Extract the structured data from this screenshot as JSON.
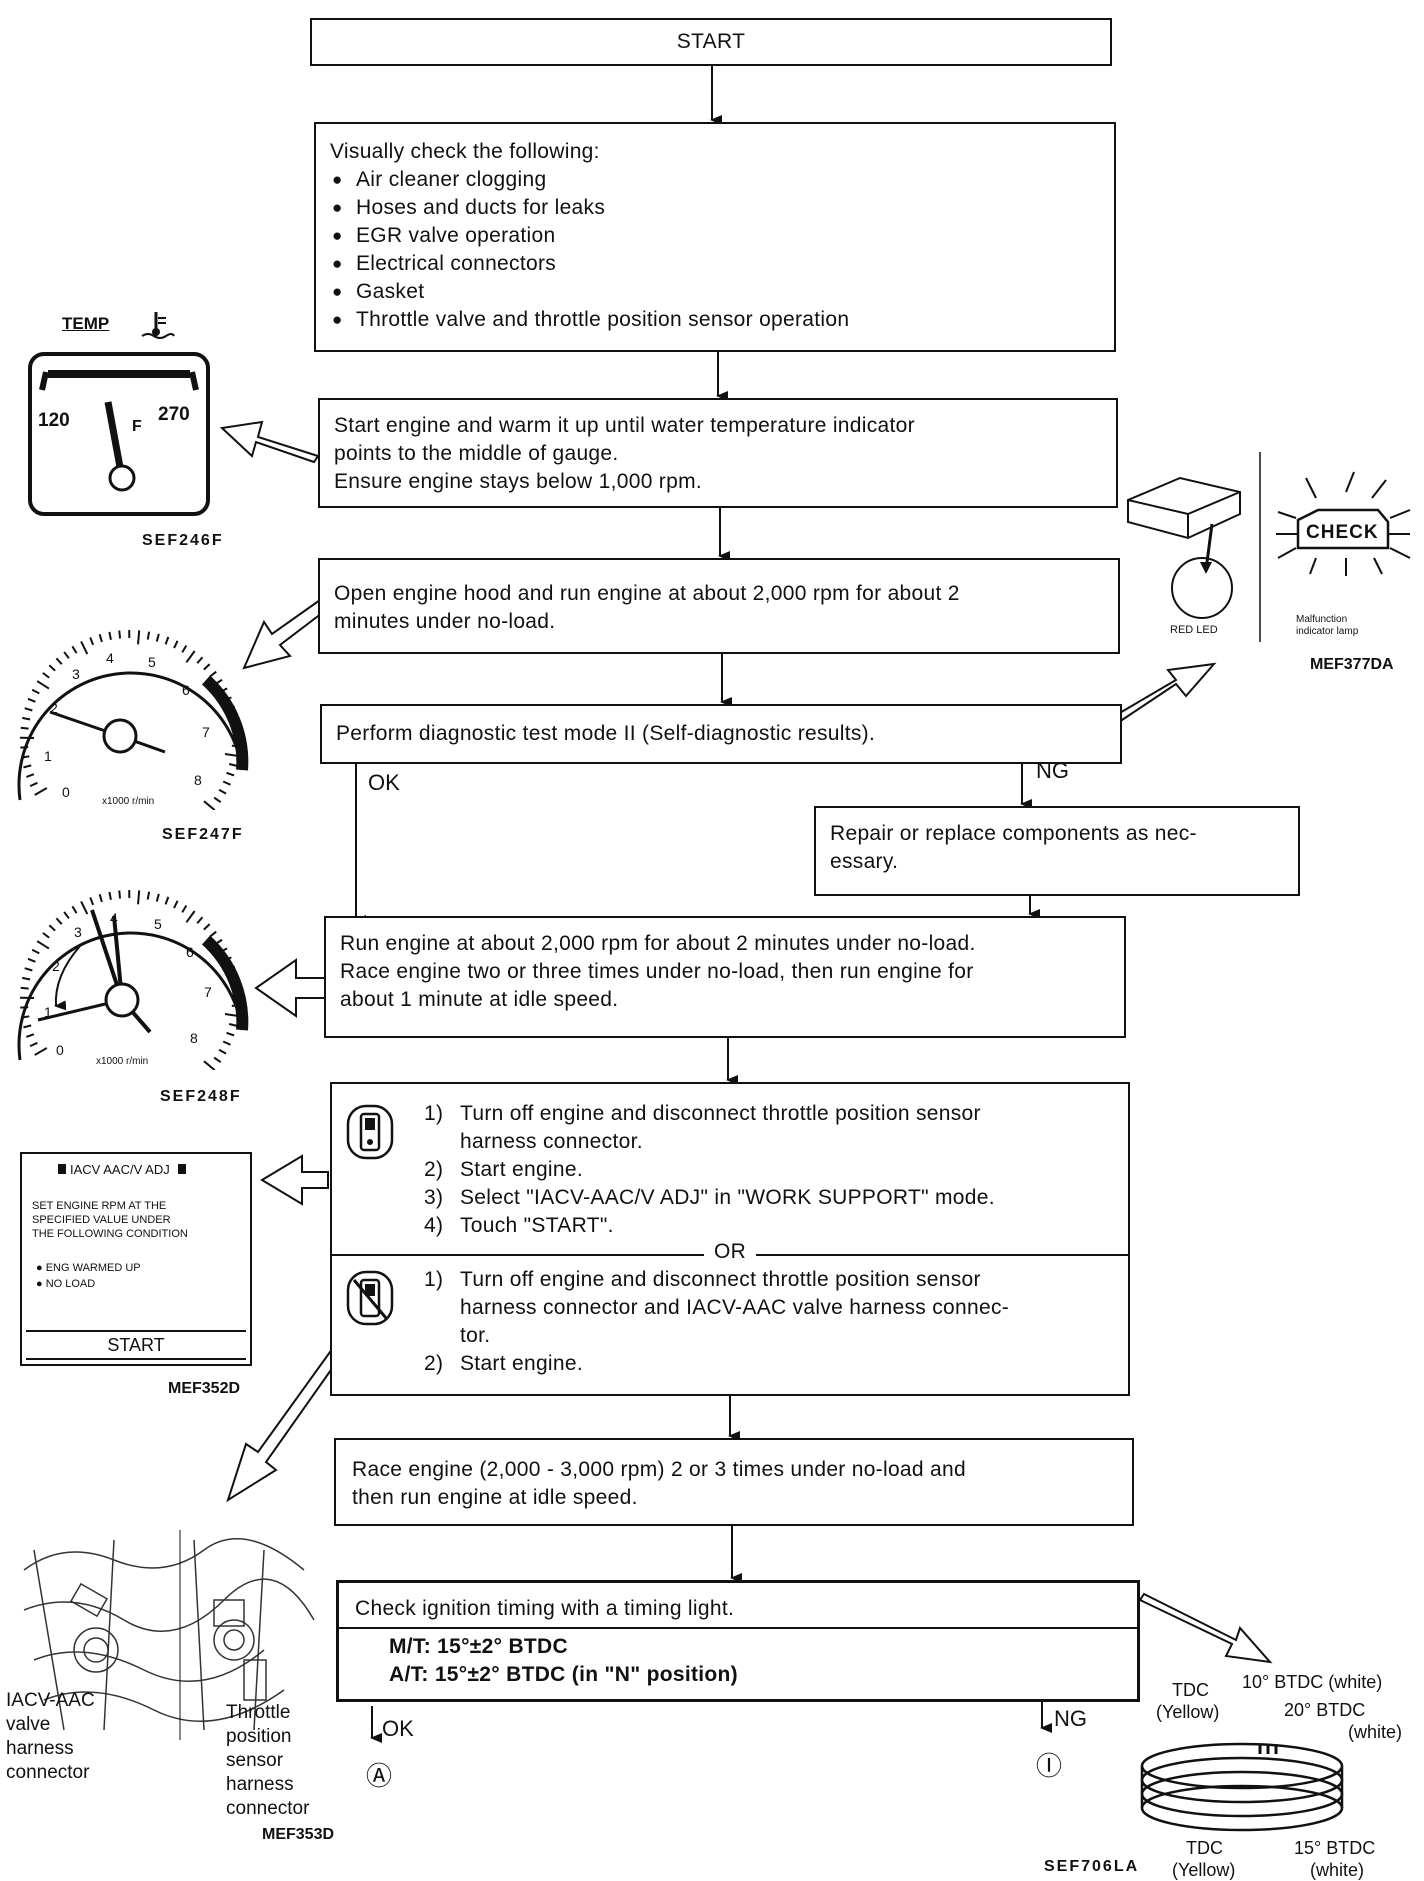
{
  "flow": {
    "start": "START",
    "visual_check": {
      "heading": "Visually check the following:",
      "items": [
        "Air cleaner clogging",
        "Hoses and ducts for leaks",
        "EGR valve operation",
        "Electrical connectors",
        "Gasket",
        "Throttle valve and throttle position sensor operation"
      ]
    },
    "warm_up": [
      "Start engine and warm it up until water temperature indicator",
      "points to the middle of gauge.",
      "Ensure engine stays below 1,000 rpm."
    ],
    "open_hood": [
      "Open engine hood and run engine at about 2,000 rpm for about 2",
      "minutes under no-load."
    ],
    "diag_mode": "Perform diagnostic test mode II (Self-diagnostic results).",
    "ok": "OK",
    "ng": "NG",
    "repair": [
      "Repair or replace components as nec-",
      "essary."
    ],
    "run_engine": [
      "Run engine at about 2,000 rpm for about 2 minutes under no-load.",
      "Race engine two or three times under no-load, then run engine for",
      "about 1 minute at idle speed."
    ],
    "consult_steps": [
      {
        "num": "1)",
        "text": "Turn off engine and disconnect throttle position sensor"
      },
      {
        "num": "",
        "text": "harness connector."
      },
      {
        "num": "2)",
        "text": "Start engine."
      },
      {
        "num": "3)",
        "text": "Select \"IACV-AAC/V ADJ\" in \"WORK SUPPORT\" mode."
      },
      {
        "num": "4)",
        "text": "Touch \"START\"."
      }
    ],
    "or": "OR",
    "no_tools_steps": [
      {
        "num": "1)",
        "text": "Turn off engine and disconnect throttle position sensor"
      },
      {
        "num": "",
        "text": "harness connector and IACV-AAC valve harness connec-"
      },
      {
        "num": "",
        "text": "tor."
      },
      {
        "num": "2)",
        "text": "Start engine."
      }
    ],
    "race_engine": [
      "Race engine (2,000 - 3,000 rpm) 2 or 3 times under no-load and",
      "then run engine at idle speed."
    ],
    "timing": {
      "heading": "Check ignition timing with a timing light.",
      "mt": "M/T: 15°±2° BTDC",
      "at": "A/T: 15°±2° BTDC (in \"N\" position)"
    },
    "goto_ok": "Ⓐ",
    "goto_ng": "Ⓘ"
  },
  "illustrations": {
    "temp_gauge": {
      "title": "TEMP",
      "low": "120",
      "high": "270",
      "pointer": "F",
      "code": "SEF246F"
    },
    "tach1": {
      "ticks": [
        "0",
        "1",
        "2",
        "3",
        "4",
        "5",
        "6",
        "7",
        "8"
      ],
      "unit": "x1000 r/min",
      "code": "SEF247F"
    },
    "tach2": {
      "ticks": [
        "0",
        "1",
        "2",
        "3",
        "4",
        "5",
        "6",
        "7",
        "8"
      ],
      "unit": "x1000 r/min",
      "code": "SEF248F"
    },
    "ecm": {
      "led": "RED LED",
      "check": "CHECK",
      "lamp": [
        "Malfunction",
        "indicator lamp"
      ],
      "code": "MEF377DA"
    },
    "consult_screen": {
      "title": "IACV AAC/V ADJ",
      "lines": [
        "SET ENGINE RPM AT THE",
        "SPECIFIED VALUE UNDER",
        "THE FOLLOWING CONDITION"
      ],
      "conditions": [
        "ENG WARMED UP",
        "NO LOAD"
      ],
      "button": "START",
      "code": "MEF352D"
    },
    "connectors": {
      "iacv": [
        "IACV-AAC",
        "valve",
        "harness",
        "connector"
      ],
      "tps": [
        "Throttle",
        "position",
        "sensor",
        "harness",
        "connector"
      ],
      "code": "MEF353D"
    },
    "timing_marks": {
      "tdc_top": "TDC",
      "yellow_top": "(Yellow)",
      "btdc10": "10° BTDC (white)",
      "btdc20": "20° BTDC",
      "white20": "(white)",
      "tdc_bottom": "TDC",
      "yellow_bottom": "(Yellow)",
      "btdc15": "15° BTDC",
      "white15": "(white)",
      "code": "SEF706LA"
    }
  }
}
